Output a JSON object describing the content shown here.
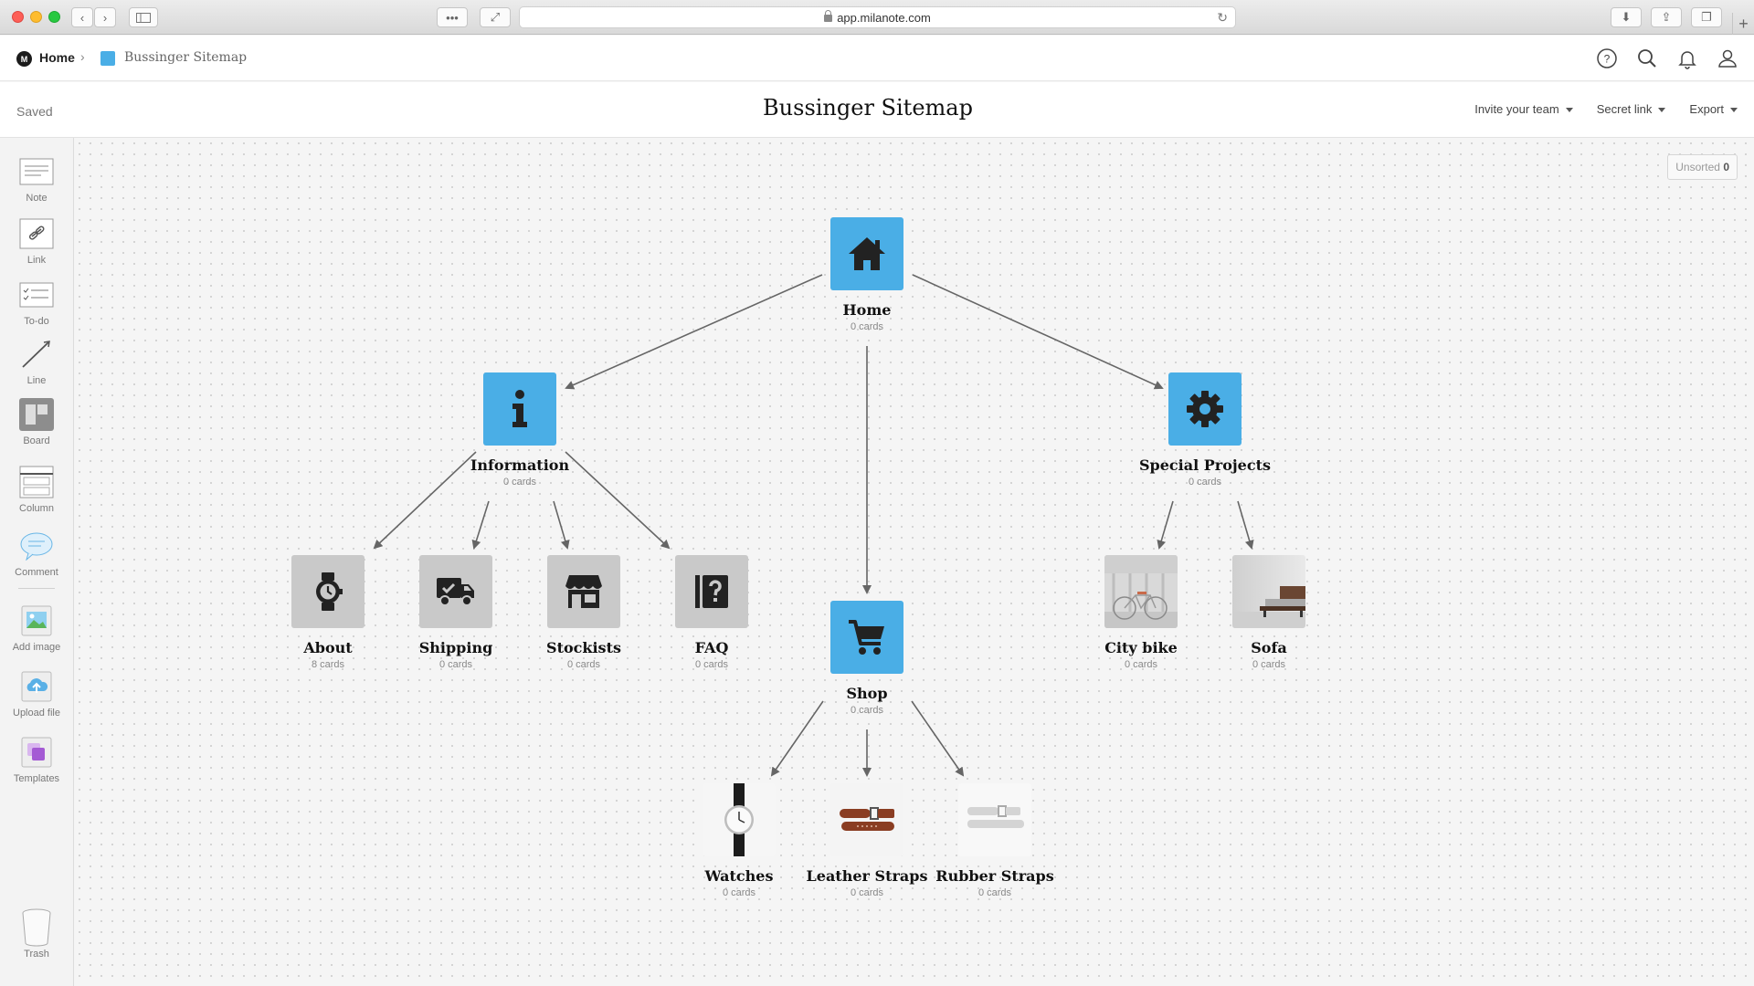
{
  "browser": {
    "url": "app.milanote.com"
  },
  "nav": {
    "home": "Home",
    "board": "Bussinger Sitemap"
  },
  "header": {
    "status": "Saved",
    "title": "Bussinger Sitemap",
    "invite": "Invite your team",
    "secret": "Secret link",
    "export": "Export"
  },
  "sidebar": {
    "tools": [
      {
        "label": "Note"
      },
      {
        "label": "Link"
      },
      {
        "label": "To-do"
      },
      {
        "label": "Line"
      },
      {
        "label": "Board"
      },
      {
        "label": "Column"
      },
      {
        "label": "Comment"
      },
      {
        "label": "Add image"
      },
      {
        "label": "Upload file"
      },
      {
        "label": "Templates"
      }
    ],
    "trash": "Trash"
  },
  "canvas": {
    "unsorted_label": "Unsorted",
    "unsorted_count": "0"
  },
  "nodes": [
    {
      "id": "home",
      "title": "Home",
      "count": "0 cards",
      "icon": "home-icon",
      "style": "blue"
    },
    {
      "id": "information",
      "title": "Information",
      "count": "0 cards",
      "icon": "info-icon",
      "style": "blue"
    },
    {
      "id": "special",
      "title": "Special Projects",
      "count": "0 cards",
      "icon": "gear-icon",
      "style": "blue"
    },
    {
      "id": "shop",
      "title": "Shop",
      "count": "0 cards",
      "icon": "cart-icon",
      "style": "blue"
    },
    {
      "id": "about",
      "title": "About",
      "count": "8 cards",
      "icon": "watch-icon",
      "style": "gray"
    },
    {
      "id": "shipping",
      "title": "Shipping",
      "count": "0 cards",
      "icon": "truck-icon",
      "style": "gray"
    },
    {
      "id": "stockists",
      "title": "Stockists",
      "count": "0 cards",
      "icon": "store-icon",
      "style": "gray"
    },
    {
      "id": "faq",
      "title": "FAQ",
      "count": "0 cards",
      "icon": "question-book-icon",
      "style": "gray"
    },
    {
      "id": "citybike",
      "title": "City bike",
      "count": "0 cards",
      "icon": "bike-photo",
      "style": "photo"
    },
    {
      "id": "sofa",
      "title": "Sofa",
      "count": "0 cards",
      "icon": "sofa-photo",
      "style": "photo"
    },
    {
      "id": "watches",
      "title": "Watches",
      "count": "0 cards",
      "icon": "watch-photo",
      "style": "photo"
    },
    {
      "id": "leather",
      "title": "Leather Straps",
      "count": "0 cards",
      "icon": "leather-strap-photo",
      "style": "photo"
    },
    {
      "id": "rubber",
      "title": "Rubber Straps",
      "count": "0 cards",
      "icon": "rubber-strap-photo",
      "style": "photo"
    }
  ],
  "colors": {
    "accent": "#4aaee6",
    "tile_gray": "#c9c9c9",
    "connector": "#666666"
  }
}
